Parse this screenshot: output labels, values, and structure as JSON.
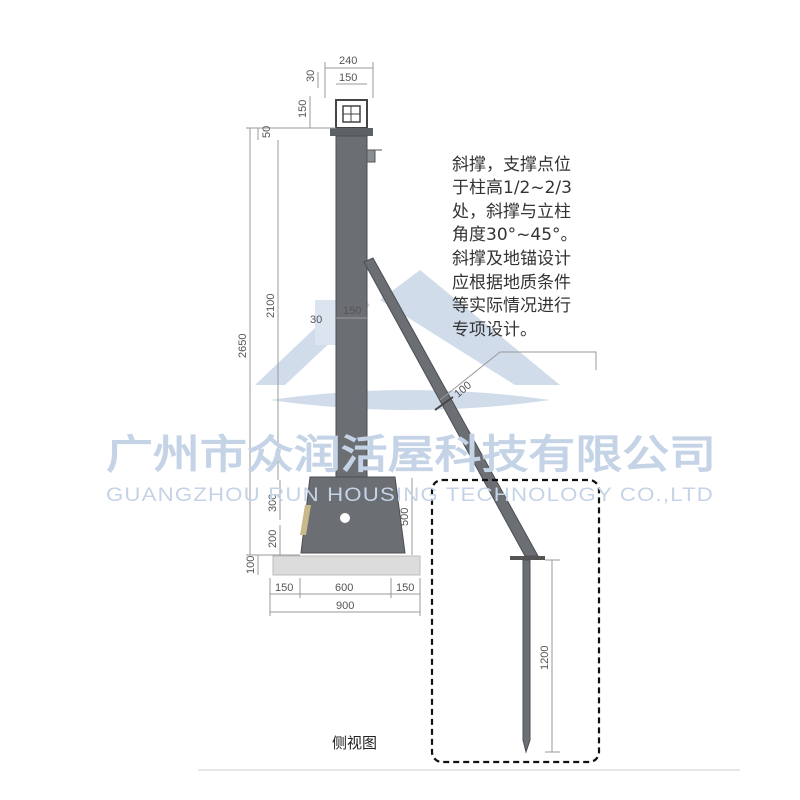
{
  "dimensions": {
    "top_width": "240",
    "cap_width": "150",
    "cap_height_30": "30",
    "cap_height_150": "150",
    "d50": "50",
    "h2100": "2100",
    "h2650": "2650",
    "brace_offset": "30",
    "column_width": "150",
    "brace_width": "100",
    "base_300": "300",
    "base_200": "200",
    "base_100": "100",
    "base_500": "500",
    "left_150": "150",
    "mid_600": "600",
    "right_150": "150",
    "total_900": "900",
    "anchor_1200": "1200"
  },
  "note_lines": [
    "斜撑，支撑点位",
    "于柱高1/2~2/3",
    "处，斜撑与立柱",
    "角度30°~45°。",
    "斜撑及地锚设计",
    "应根据地质条件",
    "等实际情况进行",
    "专项设计。"
  ],
  "watermark": {
    "cn": "广州市众润活屋科技有限公司",
    "en": "GUANGZHOU RUN HOUSING TECHNOLOGY CO.,LTD"
  },
  "caption": "侧视图",
  "colors": {
    "steel": "#6b6e72",
    "steel_dark": "#4b4e52",
    "watermark": "#c5d3e6",
    "dim_line": "#9a9a9a"
  }
}
